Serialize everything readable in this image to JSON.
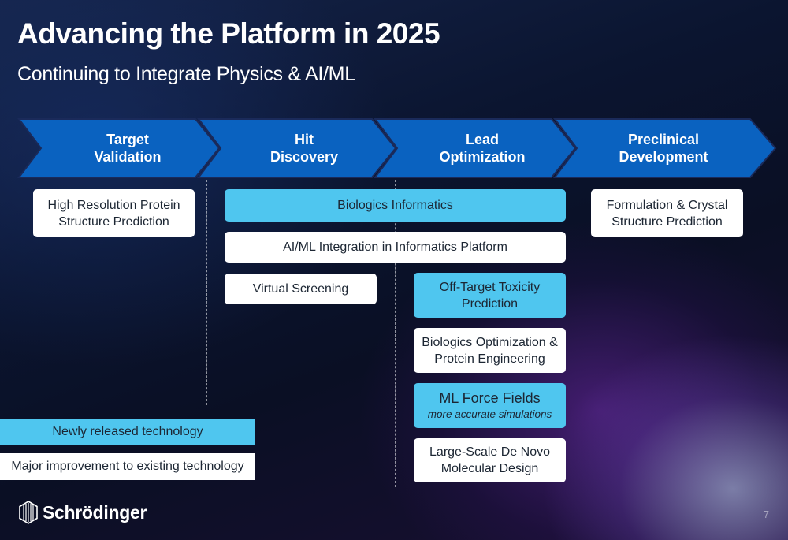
{
  "header": {
    "title": "Advancing the Platform in 2025",
    "subtitle": "Continuing to Integrate Physics & AI/ML"
  },
  "stages": [
    {
      "label": "Target\nValidation"
    },
    {
      "label": "Hit\nDiscovery"
    },
    {
      "label": "Lead\nOptimization"
    },
    {
      "label": "Preclinical\nDevelopment"
    }
  ],
  "boxes": {
    "high_res": "High Resolution Protein\nStructure Prediction",
    "biologics_informatics": "Biologics Informatics",
    "aiml_integration": "AI/ML Integration in Informatics Platform",
    "virtual_screening": "Virtual Screening",
    "off_target": "Off-Target Toxicity\nPrediction",
    "biologics_opt": "Biologics Optimization &\nProtein Engineering",
    "ml_force_fields": "ML Force Fields",
    "ml_force_fields_note": "more accurate simulations",
    "de_novo": "Large-Scale De Novo\nMolecular Design",
    "formulation": "Formulation & Crystal\nStructure Prediction"
  },
  "legend": {
    "new": "Newly released technology",
    "improved": "Major improvement to existing technology"
  },
  "colors": {
    "stage_blue": "#0a62c0",
    "new_tech": "#4fc6ef",
    "improved_tech": "#ffffff"
  },
  "footer": {
    "brand": "Schrödinger",
    "logo_icon": "schrodinger-logo-icon",
    "page_number": "7"
  }
}
